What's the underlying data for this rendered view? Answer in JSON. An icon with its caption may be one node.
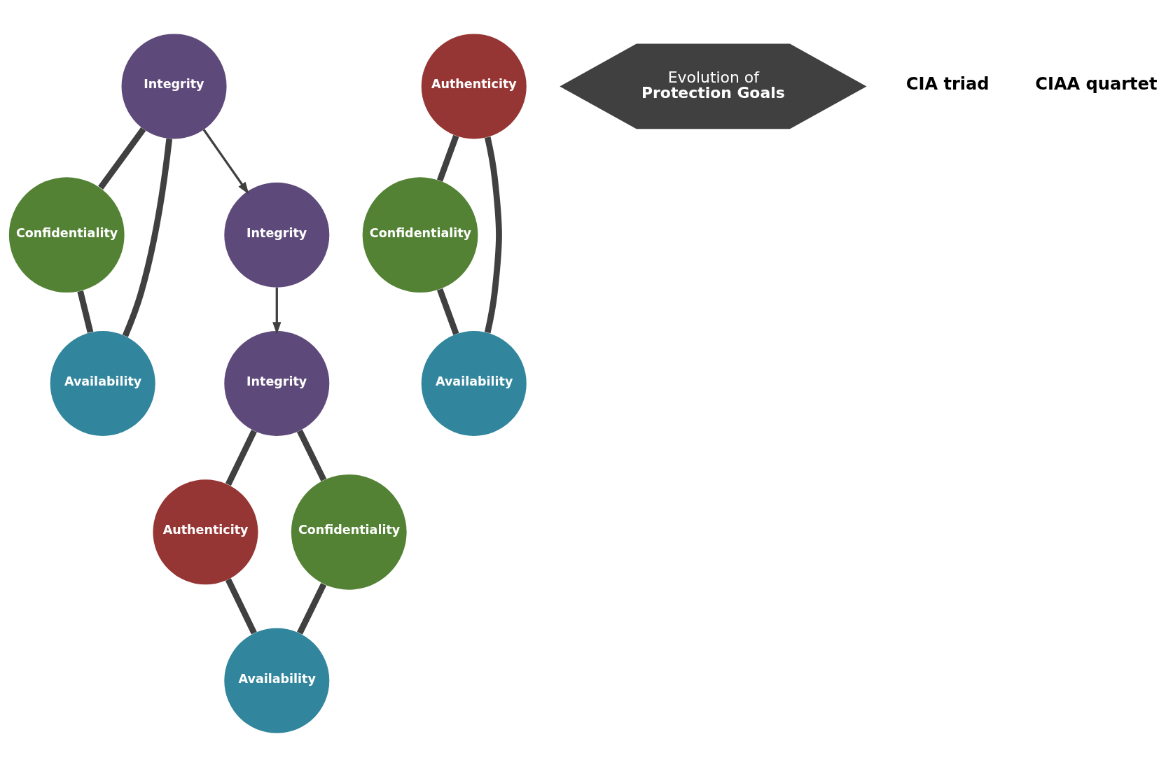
{
  "diagram": {
    "nodes": [
      {
        "text": [
          "Integrity"
        ]
      },
      {
        "text": [
          "Confidentiality"
        ]
      },
      {
        "text": [
          "Availability"
        ]
      },
      {
        "text": [
          "Integrity"
        ]
      },
      {
        "text": [
          "Authenticity"
        ]
      },
      {
        "text": [
          "Confidentiality"
        ]
      },
      {
        "text": [
          "Availability"
        ]
      },
      {
        "text": [
          "Evolution of",
          "Protection Goals"
        ]
      },
      {
        "text": [
          "Integrity"
        ]
      },
      {
        "text": [
          "Authenticity"
        ]
      },
      {
        "text": [
          "Confidentiality"
        ]
      },
      {
        "text": [
          "Availability"
        ]
      }
    ],
    "edges": [
      {
        "from": 0,
        "to": 1,
        "arrow": "none"
      },
      {
        "from": 0,
        "to": 2,
        "arrow": "none"
      },
      {
        "from": 1,
        "to": 2,
        "arrow": "none"
      },
      {
        "from": 4,
        "to": 5,
        "arrow": "none"
      },
      {
        "from": 4,
        "to": 6,
        "arrow": "none"
      },
      {
        "from": 5,
        "to": 6,
        "arrow": "none"
      },
      {
        "from": 8,
        "to": 9,
        "arrow": "none"
      },
      {
        "from": 8,
        "to": 10,
        "arrow": "none"
      },
      {
        "from": 9,
        "to": 11,
        "arrow": "none"
      },
      {
        "from": 10,
        "to": 11,
        "arrow": "none"
      },
      {
        "from": 0,
        "to": 3,
        "arrow": "to"
      },
      {
        "from": 3,
        "to": 8,
        "arrow": "to"
      }
    ],
    "labels": [
      "CIA triad",
      "CIAA quartet"
    ]
  }
}
